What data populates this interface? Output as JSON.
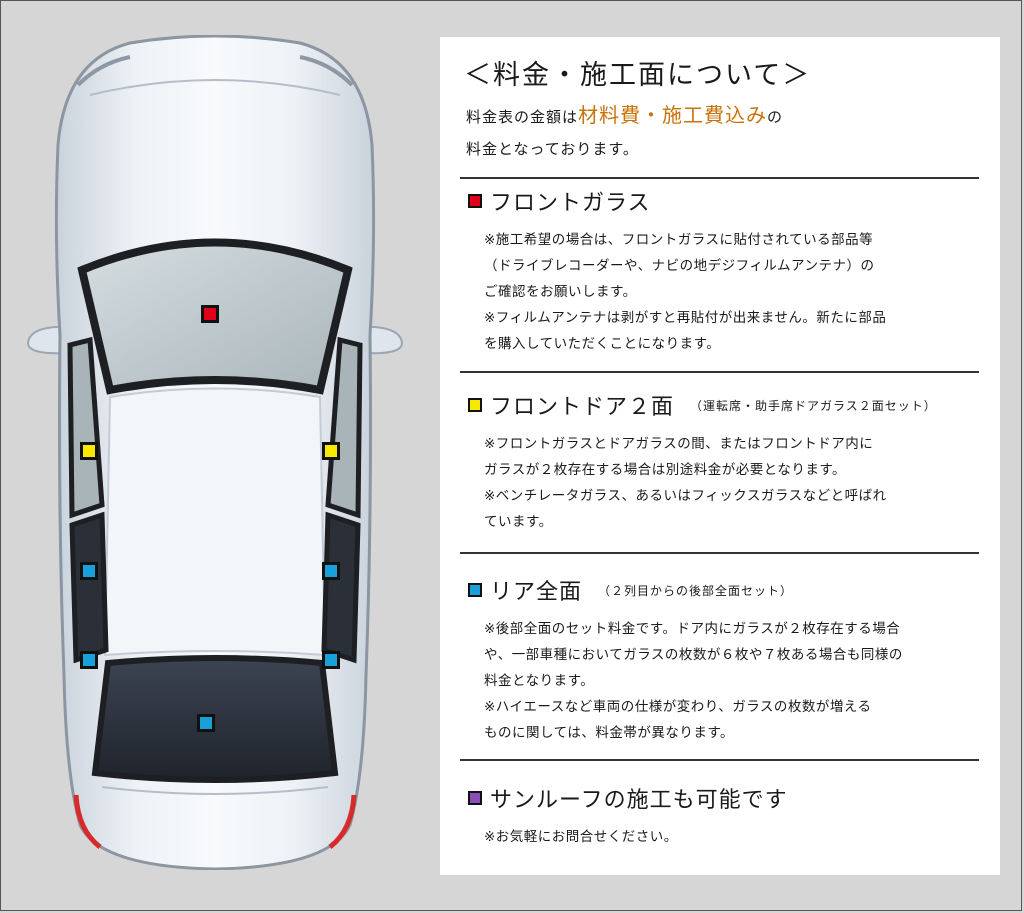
{
  "colors": {
    "accent_text": "#c8730a",
    "marker_red": "#e1001a",
    "marker_yellow": "#f7ea00",
    "marker_blue": "#1aa0d8",
    "marker_purple": "#8a4fb5"
  },
  "panel": {
    "title": "＜料金・施工面について＞",
    "intro": {
      "line1_prefix": "料金表の金額は",
      "line1_emphasis": "材料費・施工費込み",
      "line1_suffix": "の",
      "line2": "料金となっております。"
    },
    "sections": [
      {
        "key": "front-glass",
        "marker_color": "red",
        "title": "フロントガラス",
        "subtitle": "",
        "lines": [
          "※施工希望の場合は、フロントガラスに貼付されている部品等",
          "（ドライブレコーダーや、ナビの地デジフィルムアンテナ）の",
          "ご確認をお願いします。",
          "※フィルムアンテナは剥がすと再貼付が出来ません。新たに部品",
          "を購入していただくことになります。"
        ]
      },
      {
        "key": "front-door",
        "marker_color": "yellow",
        "title": "フロントドア２面",
        "subtitle": "（運転席・助手席ドアガラス２面セット）",
        "lines": [
          "※フロントガラスとドアガラスの間、またはフロントドア内に",
          "ガラスが２枚存在する場合は別途料金が必要となります。",
          "※ベンチレータガラス、あるいはフィックスガラスなどと呼ばれ",
          "ています。"
        ]
      },
      {
        "key": "rear-all",
        "marker_color": "blue",
        "title": "リア全面",
        "subtitle": "（２列目からの後部全面セット）",
        "lines": [
          "※後部全面のセット料金です。ドア内にガラスが２枚存在する場合",
          "や、一部車種においてガラスの枚数が６枚や７枚ある場合も同様の",
          "料金となります。",
          "※ハイエースなど車両の仕様が変わり、ガラスの枚数が増える",
          "ものに関しては、料金帯が異なります。"
        ]
      },
      {
        "key": "sunroof",
        "marker_color": "purple",
        "title": "サンルーフの施工も可能です",
        "subtitle": "",
        "lines": [
          "※お気軽にお問合せください。"
        ]
      }
    ]
  },
  "car_markers": [
    {
      "name": "front-windshield-marker",
      "color": "red"
    },
    {
      "name": "front-left-door-marker",
      "color": "yellow"
    },
    {
      "name": "front-right-door-marker",
      "color": "yellow"
    },
    {
      "name": "rear-left-door-marker",
      "color": "blue"
    },
    {
      "name": "rear-right-door-marker",
      "color": "blue"
    },
    {
      "name": "rear-left-quarter-marker",
      "color": "blue"
    },
    {
      "name": "rear-right-quarter-marker",
      "color": "blue"
    },
    {
      "name": "rear-window-marker",
      "color": "blue"
    }
  ]
}
